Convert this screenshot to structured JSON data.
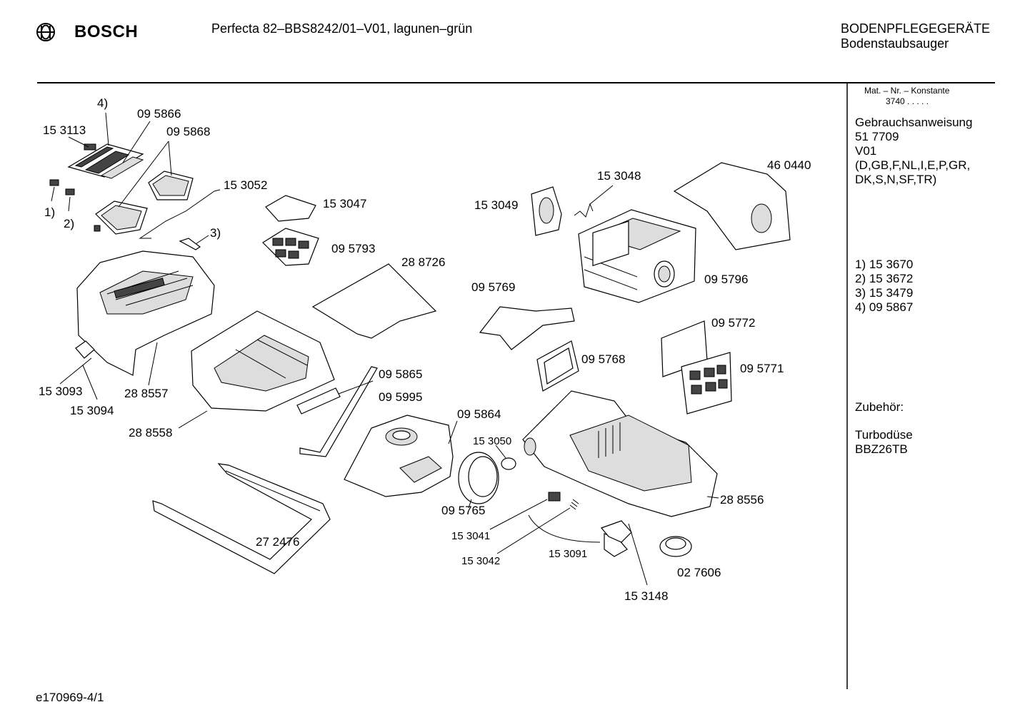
{
  "header": {
    "brand": "BOSCH",
    "model": "Perfecta 82–BBS8242/01–V01, lagunen–grün",
    "category": "BODENPFLEGEGERÄTE",
    "subcategory": "Bodenstaubsauger"
  },
  "sidebar": {
    "mat_label": "Mat. – Nr. – Konstante",
    "mat_value": "3740  .  .   .   .  .",
    "manual_lines": [
      "Gebrauchsanweisung",
      "51 7709",
      "V01",
      "(D,GB,F,NL,I,E,P,GR,",
      "DK,S,N,SF,TR)"
    ],
    "notes": [
      "1) 15 3670",
      "2) 15 3672",
      "3) 15 3479",
      "4) 09 5867"
    ],
    "accessory_title": "Zubehör:",
    "accessory_lines": [
      "Turbodüse",
      "BBZ26TB"
    ]
  },
  "footer": {
    "doc_id": "e170969-4/1"
  },
  "parts": [
    "4)",
    "09 5866",
    "15 3113",
    "09 5868",
    "1)",
    "2)",
    "15 3052",
    "15 3047",
    "3)",
    "09 5793",
    "28 8726",
    "15 3049",
    "15 3048",
    "46 0440",
    "09 5769",
    "09 5796",
    "09 5772",
    "09 5768",
    "09 5771",
    "15 3093",
    "28 8557",
    "15 3094",
    "09 5865",
    "09 5995",
    "28 8558",
    "09 5864",
    "15 3050",
    "28 8556",
    "09 5765",
    "15 3041",
    "15 3091",
    "15 3042",
    "02 7606",
    "15 3148",
    "27 2476"
  ]
}
